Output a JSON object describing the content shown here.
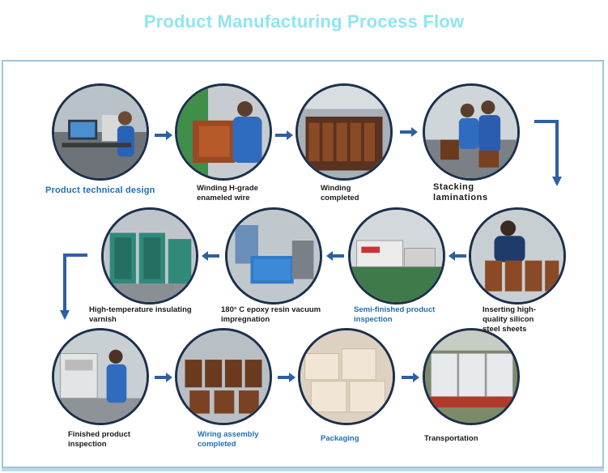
{
  "title": "Product Manufacturing Process Flow",
  "steps": [
    {
      "label": "Product technical design"
    },
    {
      "label": "Winding H-grade\nenameled wire"
    },
    {
      "label": "Winding\ncompleted"
    },
    {
      "label": "Stacking\nlaminations"
    },
    {
      "label": "Inserting high-\nquality silicon\nsteel sheets"
    },
    {
      "label": "Semi-finished product\ninspection"
    },
    {
      "label": "180° C epoxy resin vacuum\nimpregnation"
    },
    {
      "label": "High-temperature insulating\nvarnish"
    },
    {
      "label": "Finished product\ninspection"
    },
    {
      "label": "Wiring assembly\ncompleted"
    },
    {
      "label": "Packaging"
    },
    {
      "label": "Transportation"
    }
  ],
  "colors": {
    "arrow": "#2d5fa3",
    "title": "#8fe6f0",
    "caption_blue": "#1f6fb2",
    "frame": "#9cc6dc"
  }
}
